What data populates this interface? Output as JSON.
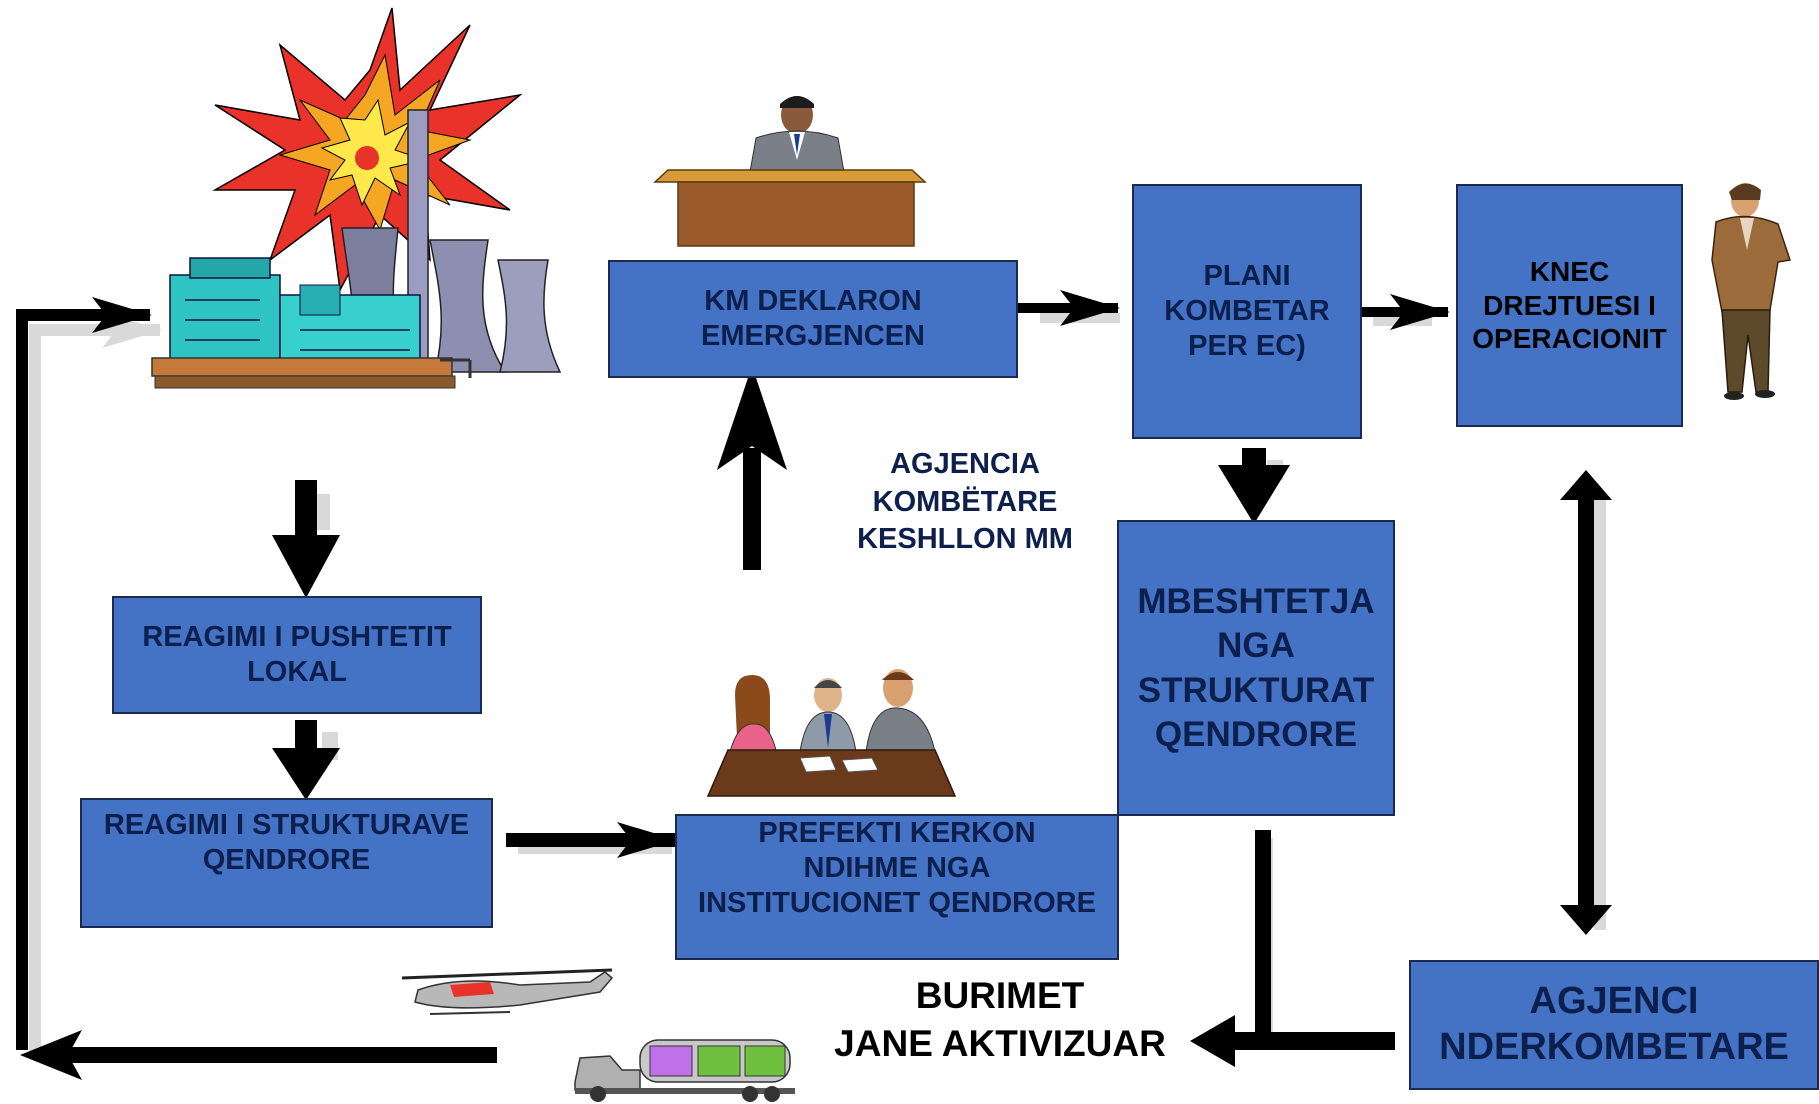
{
  "boxes": {
    "km": [
      "KM DEKLARON",
      "EMERGJENCEN"
    ],
    "plani": [
      "PLANI",
      "KOMBETAR",
      "PER EC)"
    ],
    "knec": [
      "KNEC",
      "DREJTUESI I",
      "OPERACIONIT"
    ],
    "reagimi_lokal": [
      "REAGIMI I PUSHTETIT",
      "LOKAL"
    ],
    "reagimi_strukturave": [
      "REAGIMI I STRUKTURAVE",
      "QENDRORE"
    ],
    "prefekti": [
      "PREFEKTI KERKON",
      "NDIHME NGA",
      "INSTITUCIONET QENDRORE"
    ],
    "mbeshtetja": [
      "MBESHTETJA",
      "NGA",
      "STRUKTURAT",
      "QENDRORE"
    ],
    "agjenci": [
      "AGJENCI",
      "NDERKOMBETARE"
    ]
  },
  "labels": {
    "agjencia": [
      "AGJENCIA",
      "KOMBËTARE",
      "KESHLLON MM"
    ],
    "burimet": [
      "BURIMET",
      "JANE AKTIVIZUAR"
    ]
  },
  "colors": {
    "box_fill": "#4472c4",
    "box_border": "#1b2a52",
    "box_text": "#0d1f4d",
    "arrow": "#000000",
    "shadow": "#d9d9d9"
  },
  "icons": [
    "explosion-icon",
    "power-plant-icon",
    "official-at-desk-icon",
    "director-man-icon",
    "meeting-table-icon",
    "helicopter-icon",
    "tanker-truck-icon"
  ]
}
